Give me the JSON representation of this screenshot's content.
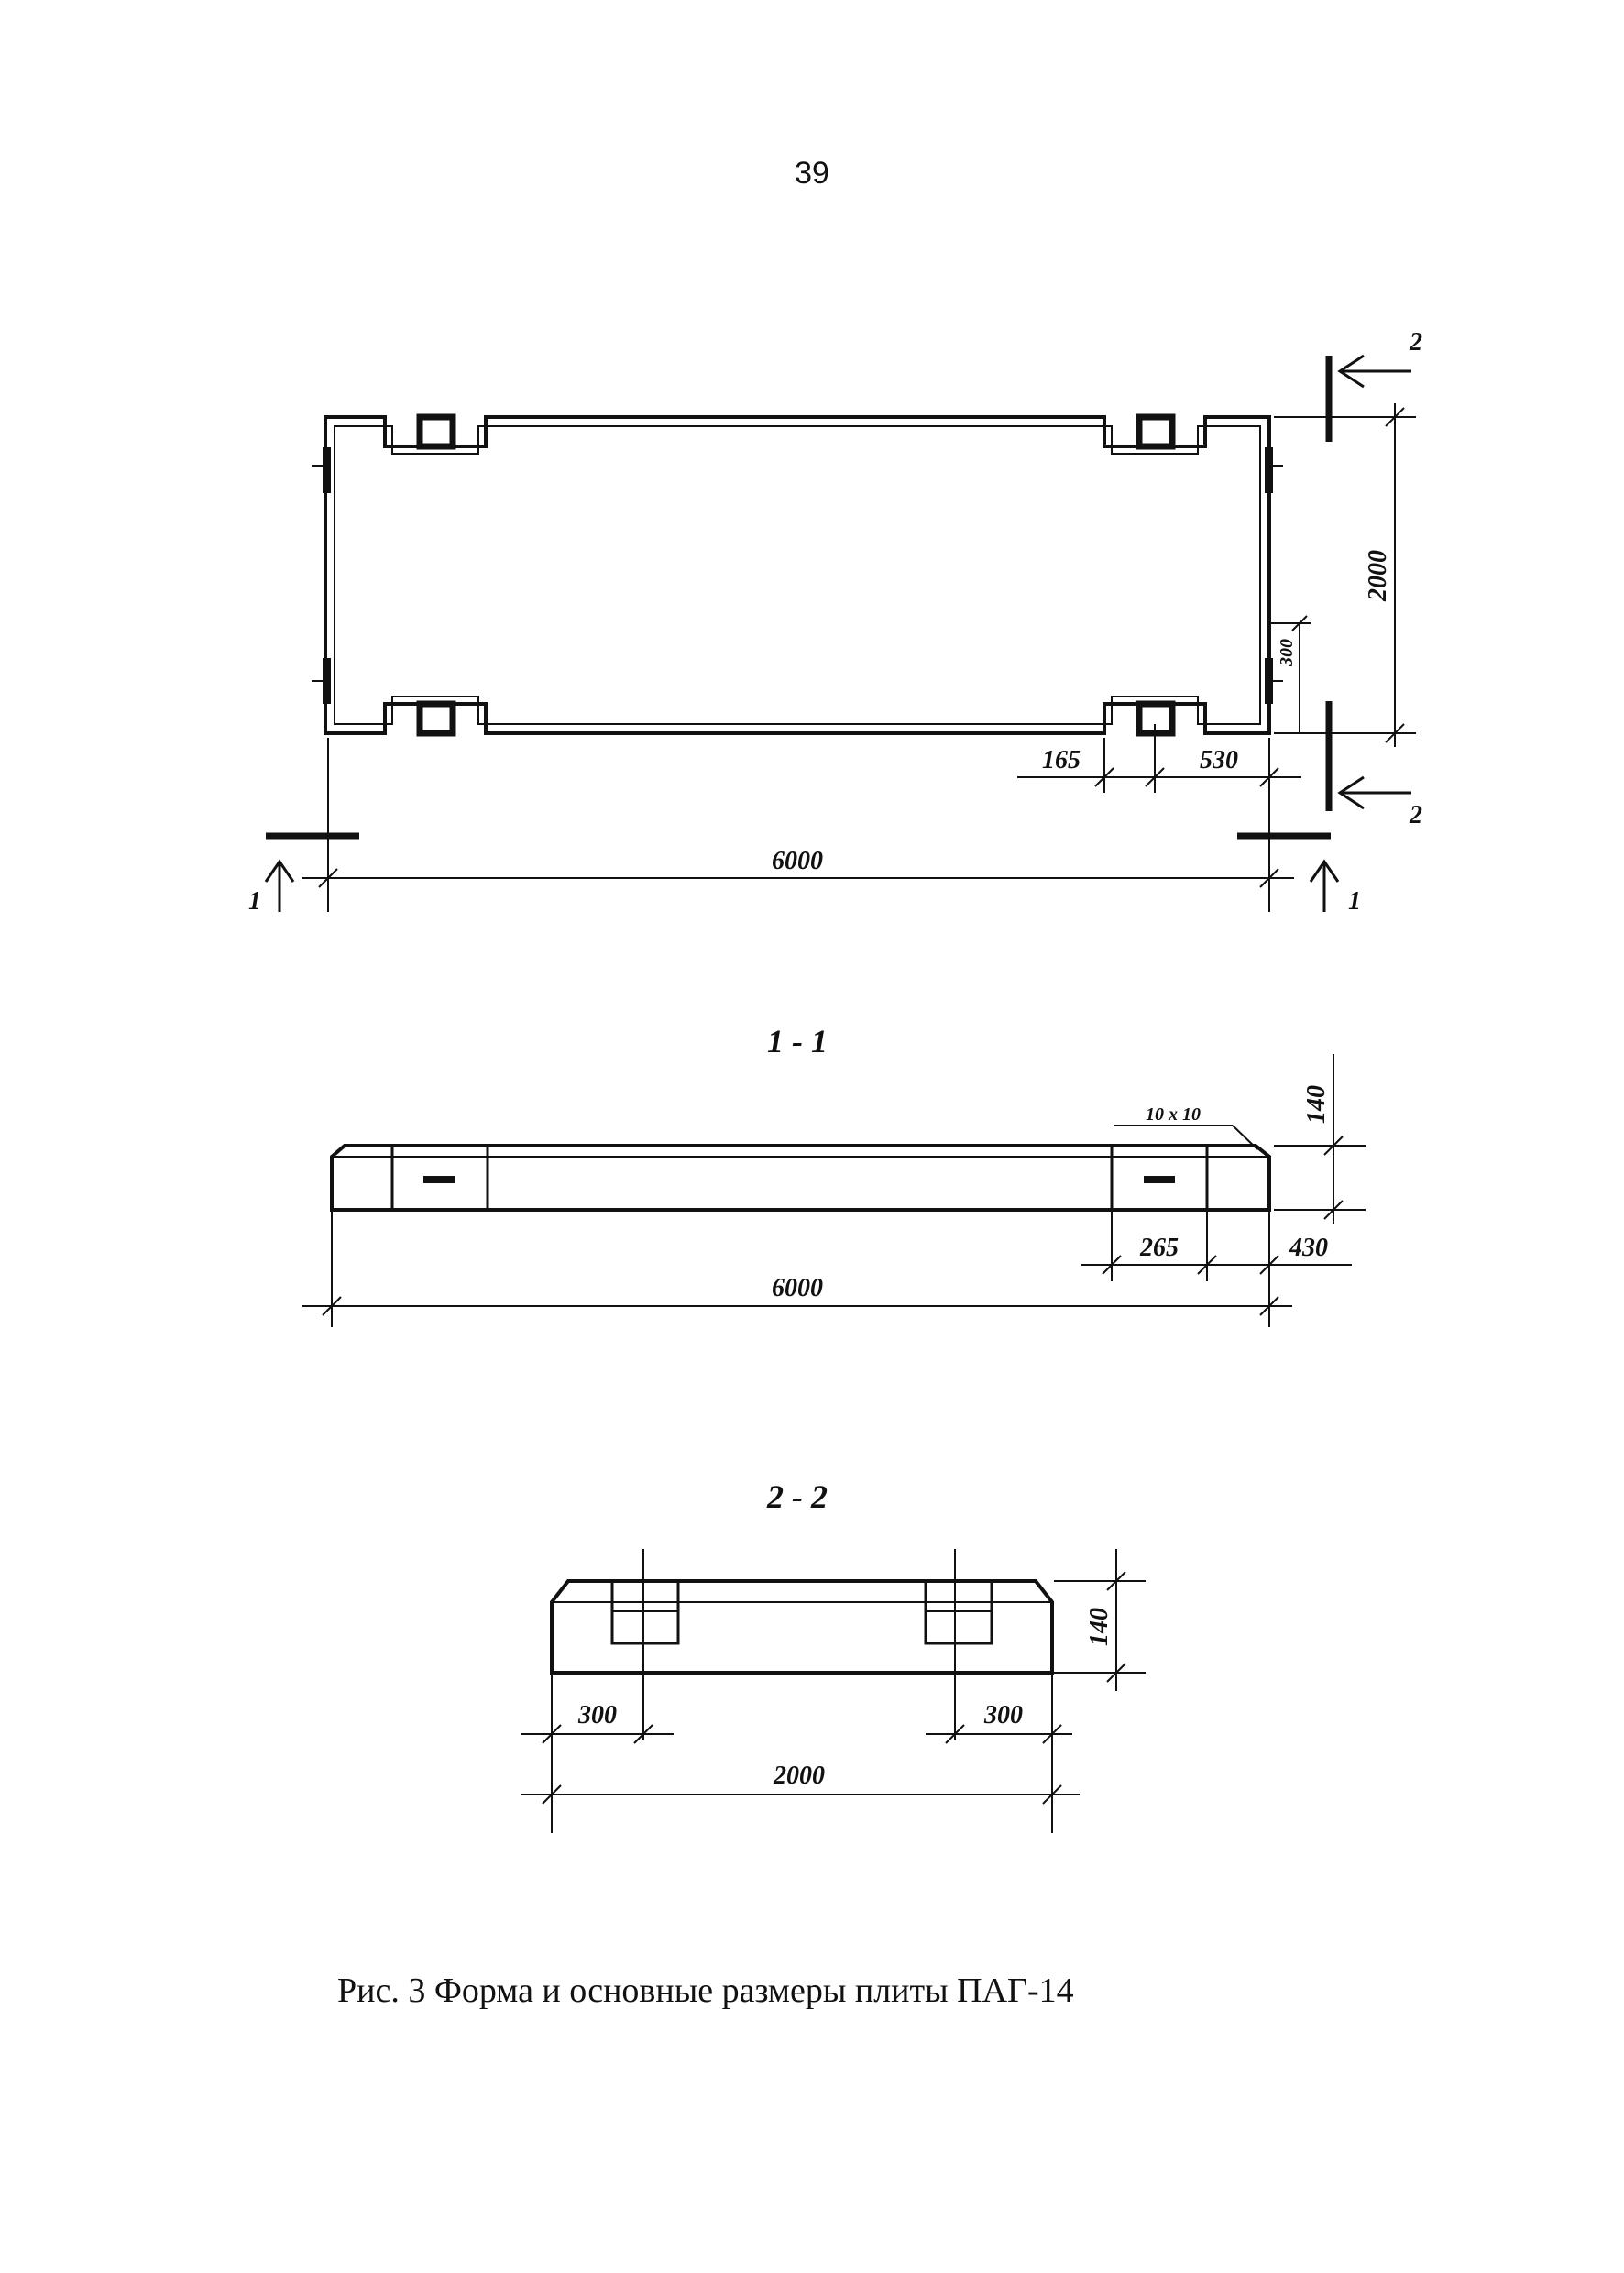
{
  "page": {
    "number": "39"
  },
  "plan_view": {
    "dimensions": {
      "length": "6000",
      "width": "2000",
      "edge_offset": "300",
      "notch_width": "165",
      "notch_offset": "530"
    },
    "section_marks": {
      "section1": "1",
      "section2": "2"
    }
  },
  "section_1_1": {
    "title": "1 - 1",
    "dimensions": {
      "height": "140",
      "chamfer": "10 x 10",
      "notch_width": "265",
      "notch_offset": "430",
      "length": "6000"
    }
  },
  "section_2_2": {
    "title": "2 - 2",
    "dimensions": {
      "height": "140",
      "left_offset": "300",
      "right_offset": "300",
      "width": "2000"
    }
  },
  "caption": "Рис. 3  Форма и основные размеры плиты  ПАГ-14"
}
